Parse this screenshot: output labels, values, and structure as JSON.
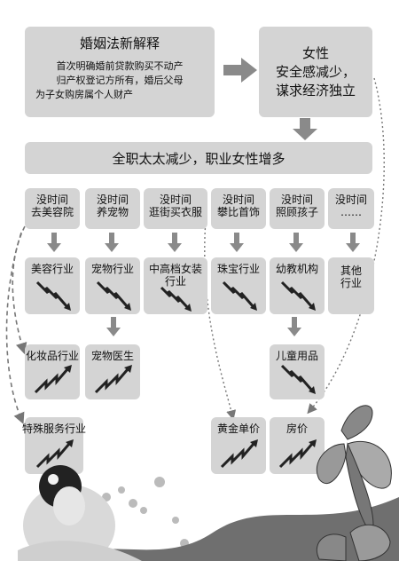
{
  "top_left": {
    "title": "婚姻法新解释",
    "body": [
      "首次明确婚前贷款购买不动产",
      "归产权登记方所有，婚后父母",
      "为子女购房属个人财产"
    ]
  },
  "top_right": {
    "lines": [
      "女性",
      "安全感减少，",
      "谋求经济独立"
    ]
  },
  "banner": "全职太太减少，职业女性增多",
  "causes": [
    {
      "l1": "没时间",
      "l2": "去美容院"
    },
    {
      "l1": "没时间",
      "l2": "养宠物"
    },
    {
      "l1": "没时间",
      "l2": "逛街买衣服"
    },
    {
      "l1": "没时间",
      "l2": "攀比首饰"
    },
    {
      "l1": "没时间",
      "l2": "照顾孩子"
    },
    {
      "l1": "没时间",
      "l2": "……"
    }
  ],
  "industries_row1": [
    {
      "name": "美容行业",
      "trend": "down"
    },
    {
      "name": "宠物行业",
      "trend": "down"
    },
    {
      "name": "中高档女装行业",
      "trend": "down"
    },
    {
      "name": "珠宝行业",
      "trend": "down"
    },
    {
      "name": "幼教机构",
      "trend": "down"
    },
    {
      "name": "其他行业",
      "trend": "none"
    }
  ],
  "industries_row2": [
    {
      "name": "化妆品行业",
      "trend": "up"
    },
    {
      "name": "宠物医生",
      "trend": "up"
    },
    {
      "name": "儿童用品",
      "trend": "down"
    }
  ],
  "industries_row3": [
    {
      "name": "特殊服务行业",
      "trend": "up"
    },
    {
      "name": "黄金单价",
      "trend": "up"
    },
    {
      "name": "房价",
      "trend": "up"
    }
  ]
}
